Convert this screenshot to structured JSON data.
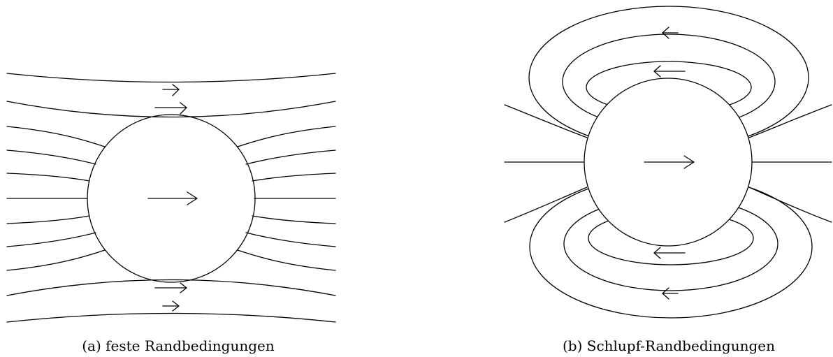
{
  "panels": [
    {
      "id": "a",
      "caption": "(a) feste Randbedingungen"
    },
    {
      "id": "b",
      "caption": "(b) Schlupf-Randbedingungen"
    }
  ]
}
